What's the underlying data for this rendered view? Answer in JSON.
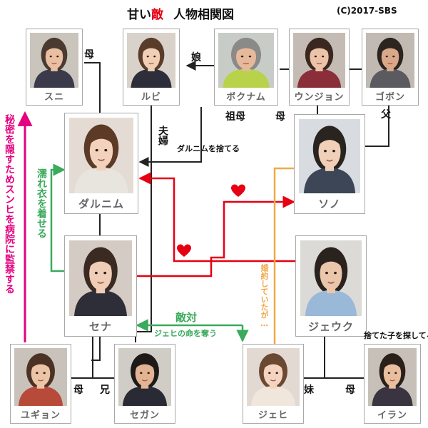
{
  "title": {
    "part1": "甘い",
    "part2": "敵",
    "part3": "人物相関図",
    "accent_color": "#e60012"
  },
  "copyright": "(C)2017-SBS",
  "characters": {
    "suni": "スニ",
    "rubi": "ルビ",
    "bokunamu": "ボクナム",
    "unjon": "ウンジョン",
    "gobon": "ゴボン",
    "darunimu": "ダルニム",
    "sono": "ソノ",
    "sena": "セナ",
    "jeuku": "ジェウク",
    "yugyon": "ユギョン",
    "segan": "セガン",
    "jehi": "ジェヒ",
    "iran": "イラン"
  },
  "relations": {
    "mother_suni": "母",
    "daughter": "娘",
    "grandmother": "祖母",
    "mother_unjon": "母",
    "father": "父",
    "couple": "夫婦",
    "abandoned_darunimu": "ダルニムを捨てる",
    "wet_clothes": "濡れ衣を着せる",
    "confined": "秘密を隠すためスンヒを病院に監禁する",
    "engaged": "婚約していたが…",
    "rival": "敵対",
    "take_jehi_life": "ジェヒの命を奪う",
    "searching": "捨てた子を探してる",
    "mother_yugyon": "母",
    "elder_brother": "兄",
    "younger_sister": "妹",
    "mother_iran": "母"
  },
  "colors": {
    "black_line": "#222222",
    "red_line": "#e60012",
    "green_line": "#3aaa5c",
    "orange_line": "#f0a848",
    "magenta_line": "#e4007f",
    "heart": "#e60012",
    "card_border": "#a8a8a8",
    "name_text": "#666666"
  },
  "icons": {
    "heart": "heart-icon",
    "portrait": "person-portrait-icon"
  }
}
